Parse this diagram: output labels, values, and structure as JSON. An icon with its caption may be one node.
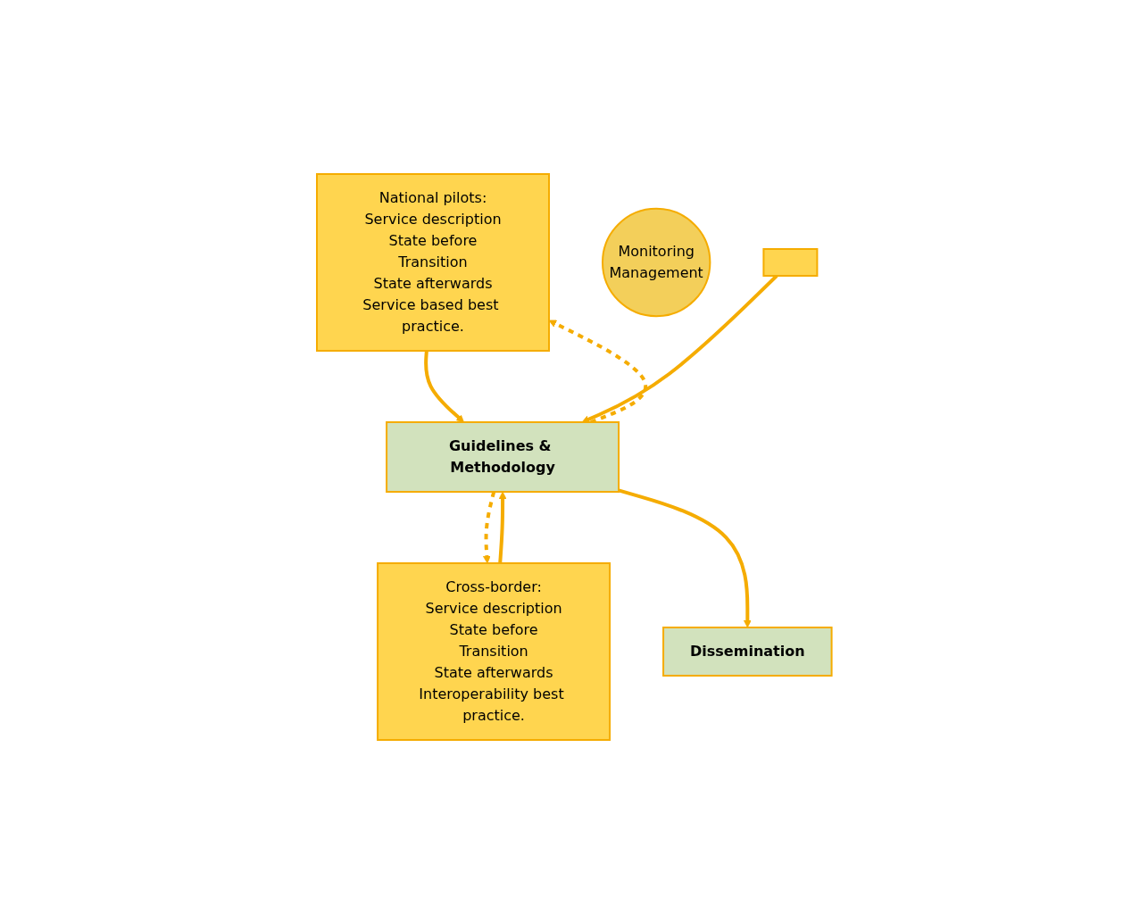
{
  "diagram": {
    "nodes": [
      {
        "text": [
          "National pilots:",
          "Service description",
          "State before",
          "Transition",
          "State afterwards",
          "Service based best practice."
        ]
      },
      {
        "text": [
          "Cross-border:",
          "Service description",
          "State before",
          "Transition",
          "State afterwards",
          "Interoperability best practice."
        ]
      },
      {
        "text": [
          "Monitoring",
          "Management"
        ]
      },
      {
        "text": [],
        "shape": "box"
      },
      {
        "text": [
          "Guidelines & Methodology"
        ]
      },
      {
        "text": [
          "Dissemination"
        ]
      }
    ],
    "edges": [
      {
        "from": 0,
        "to": 4,
        "arrow": "to"
      },
      {
        "from": 4,
        "to": 0,
        "arrow": "to",
        "style": "dashed"
      },
      {
        "from": 1,
        "to": 4,
        "arrow": "to"
      },
      {
        "from": 4,
        "to": 1,
        "arrow": "to",
        "style": "dashed"
      },
      {
        "from": 3,
        "to": 4,
        "arrow": "to"
      },
      {
        "from": 4,
        "to": 5,
        "arrow": "to"
      }
    ]
  }
}
